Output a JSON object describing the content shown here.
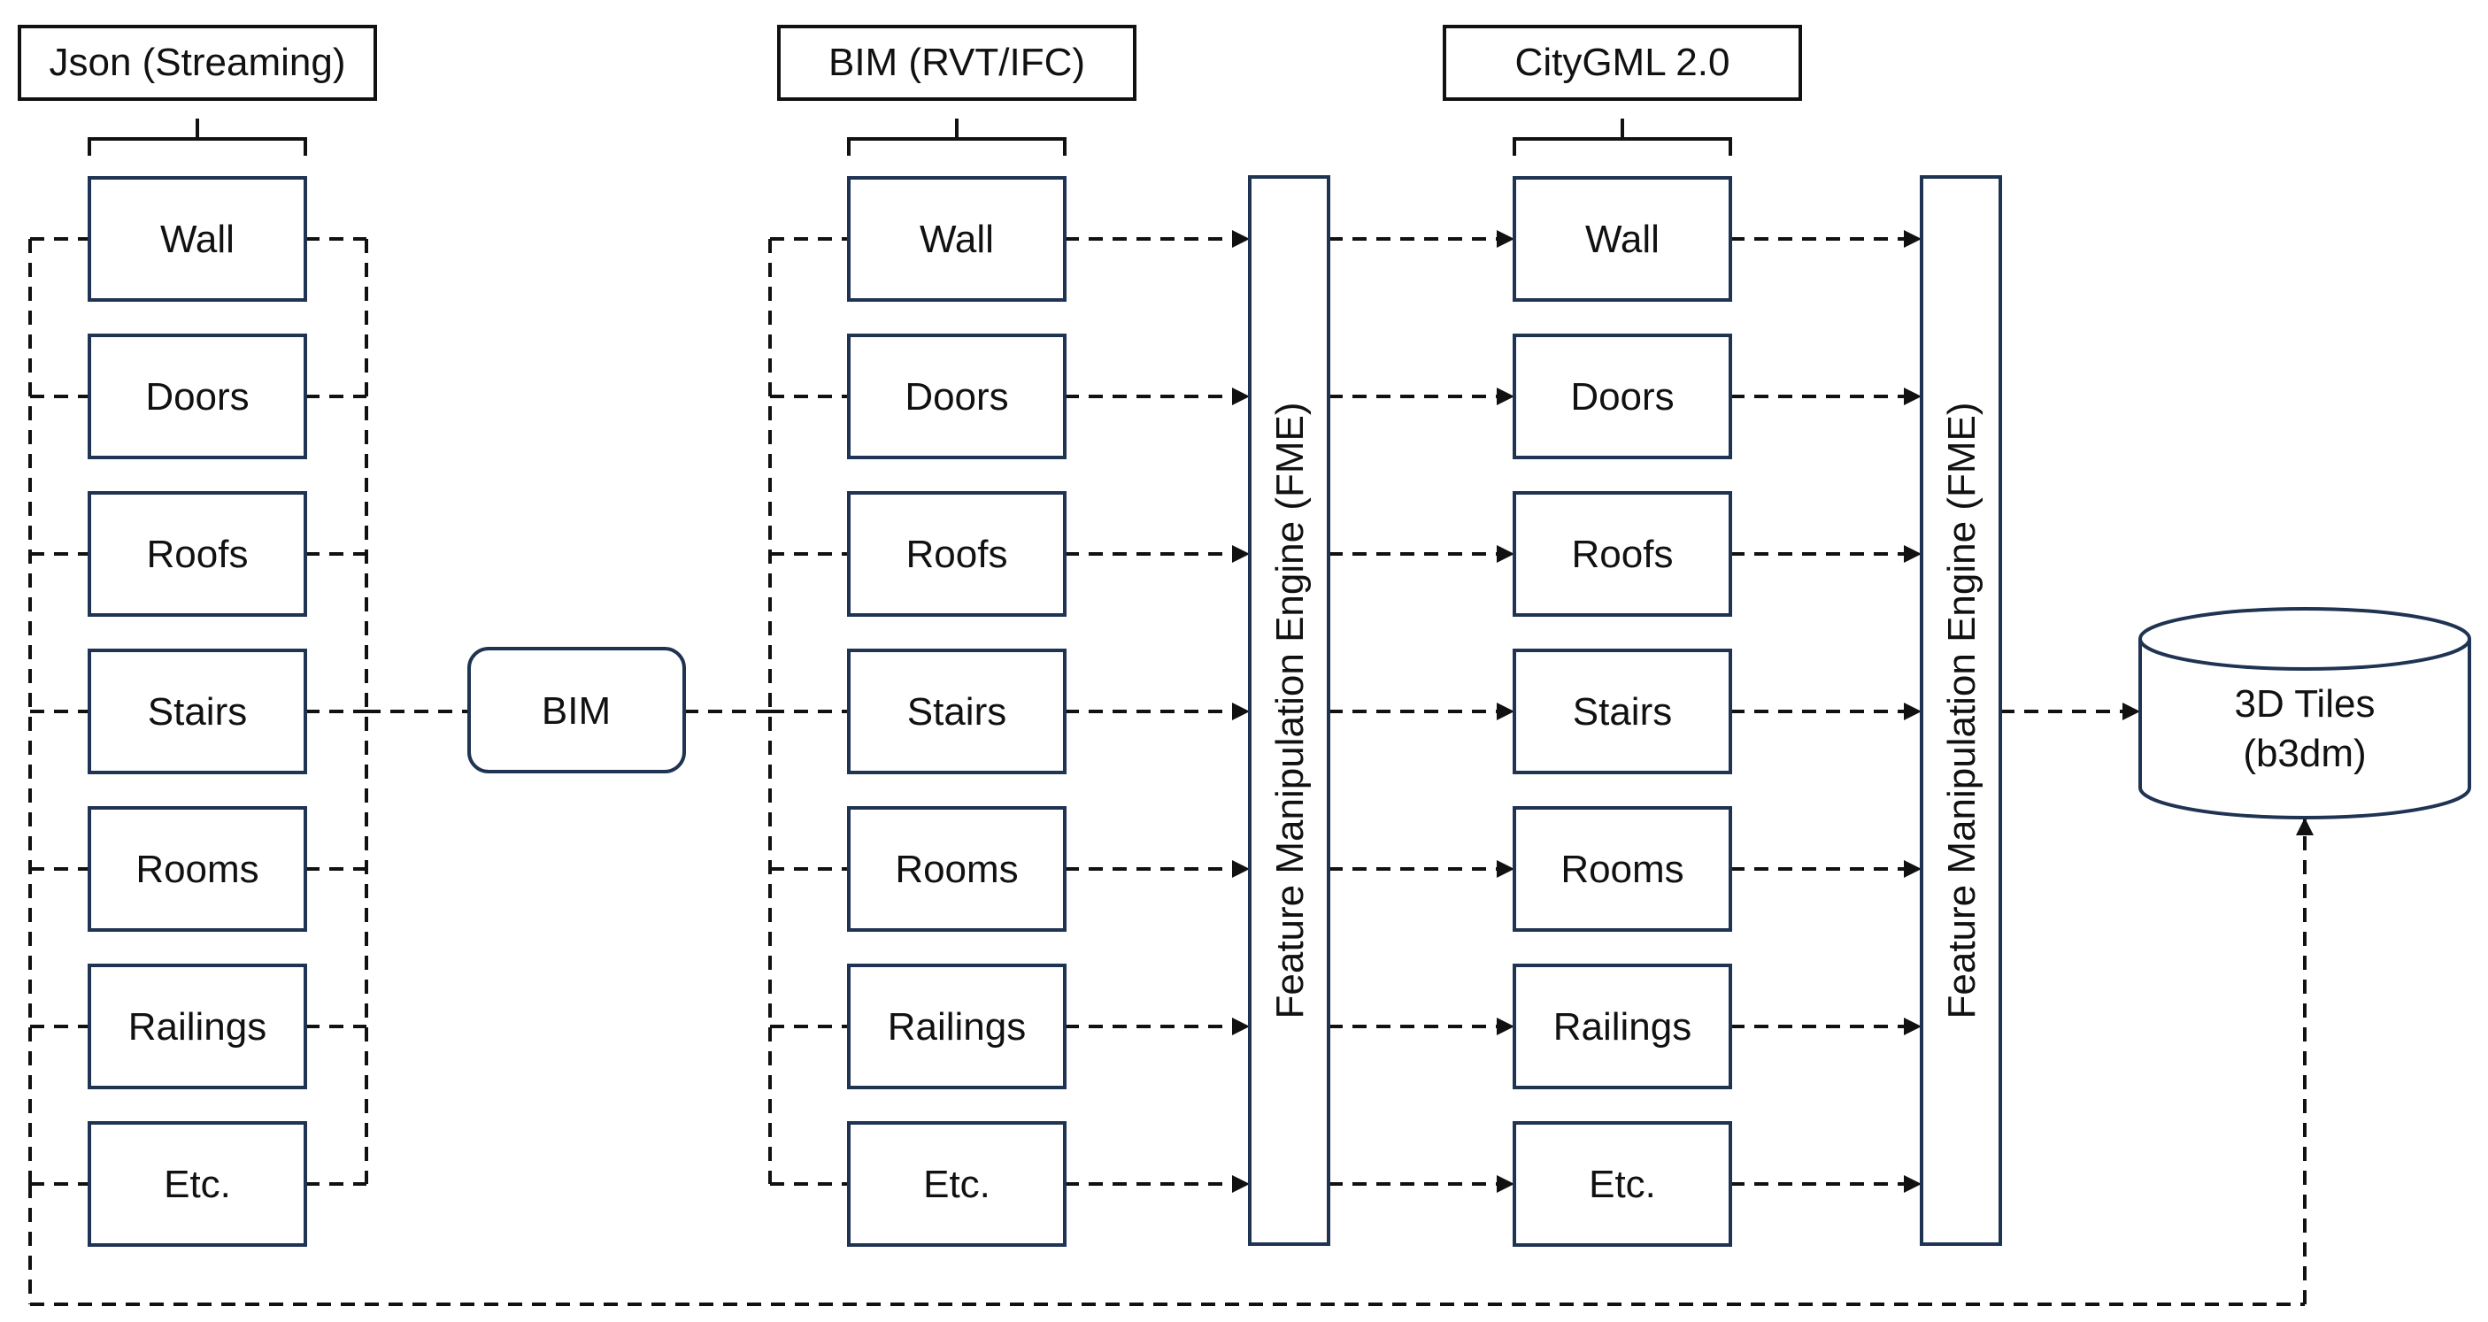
{
  "headers": {
    "json": "Json (Streaming)",
    "bim": "BIM (RVT/IFC)",
    "citygml": "CityGML 2.0"
  },
  "json_items": [
    "Wall",
    "Doors",
    "Roofs",
    "Stairs",
    "Rooms",
    "Railings",
    "Etc."
  ],
  "bim_items": [
    "Wall",
    "Doors",
    "Roofs",
    "Stairs",
    "Rooms",
    "Railings",
    "Etc."
  ],
  "citygml_items": [
    "Wall",
    "Doors",
    "Roofs",
    "Stairs",
    "Rooms",
    "Railings",
    "Etc."
  ],
  "bim_node": "BIM",
  "engine_1": "Feature Manipulation Engine (FME)",
  "engine_2": "Feature Manipulation Engine (FME)",
  "tiles": {
    "line1": "3D Tiles",
    "line2": "(b3dm)"
  },
  "colors": {
    "box_stroke": "#1f3352",
    "line": "#111111"
  }
}
